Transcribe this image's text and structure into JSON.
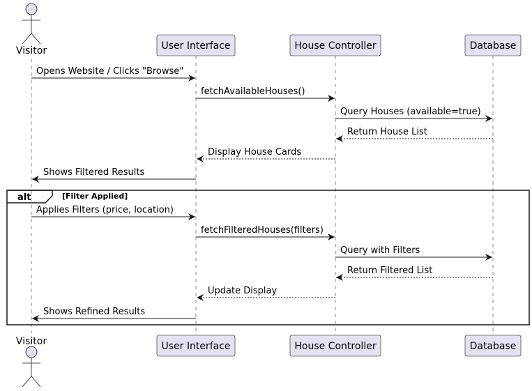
{
  "participants": [
    {
      "id": "visitor",
      "label": "Visitor",
      "kind": "actor"
    },
    {
      "id": "ui",
      "label": "User Interface",
      "kind": "participant"
    },
    {
      "id": "hc",
      "label": "House Controller",
      "kind": "participant"
    },
    {
      "id": "db",
      "label": "Database",
      "kind": "participant"
    }
  ],
  "messages": [
    {
      "from": "visitor",
      "to": "ui",
      "label": "Opens Website / Clicks \"Browse\"",
      "style": "solid"
    },
    {
      "from": "ui",
      "to": "hc",
      "label": "fetchAvailableHouses()",
      "style": "solid"
    },
    {
      "from": "hc",
      "to": "db",
      "label": "Query Houses (available=true)",
      "style": "solid"
    },
    {
      "from": "db",
      "to": "hc",
      "label": "Return House List",
      "style": "dashed"
    },
    {
      "from": "hc",
      "to": "ui",
      "label": "Display House Cards",
      "style": "dashed"
    },
    {
      "from": "ui",
      "to": "visitor",
      "label": "Shows Filtered Results",
      "style": "solid"
    },
    {
      "from": "visitor",
      "to": "ui",
      "label": "Applies Filters (price, location)",
      "style": "solid"
    },
    {
      "from": "ui",
      "to": "hc",
      "label": "fetchFilteredHouses(filters)",
      "style": "solid"
    },
    {
      "from": "hc",
      "to": "db",
      "label": "Query with Filters",
      "style": "solid"
    },
    {
      "from": "db",
      "to": "hc",
      "label": "Return Filtered List",
      "style": "dashed"
    },
    {
      "from": "hc",
      "to": "ui",
      "label": "Update Display",
      "style": "dashed"
    },
    {
      "from": "ui",
      "to": "visitor",
      "label": "Shows Refined Results",
      "style": "solid"
    }
  ],
  "fragment": {
    "keyword": "alt",
    "condition": "[Filter Applied]"
  },
  "colors": {
    "participant_fill": "#E2E2F0",
    "participant_border": "#181818",
    "line": "#181818"
  }
}
